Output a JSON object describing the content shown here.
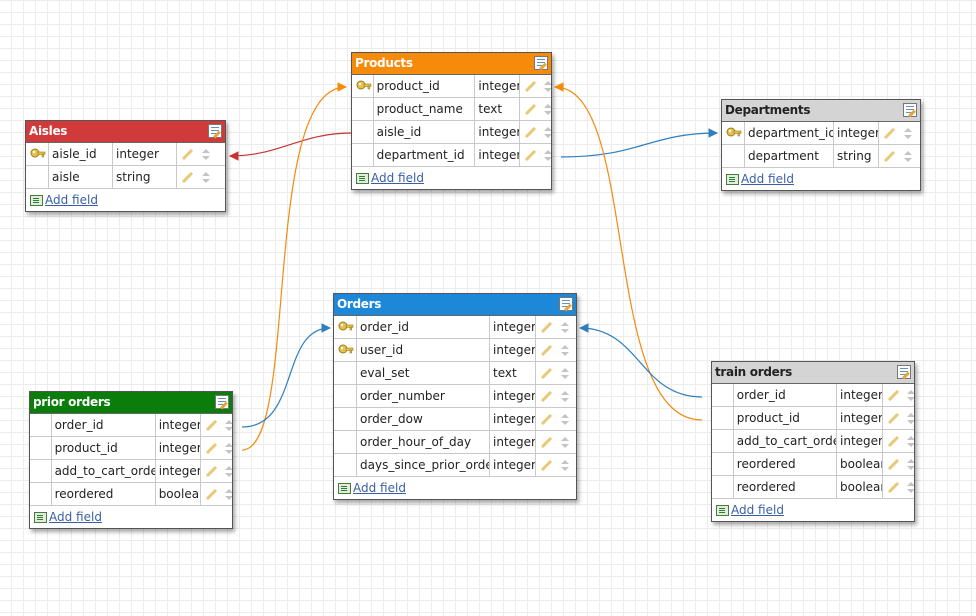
{
  "tables": {
    "products": {
      "title": "Products",
      "add_label": "Add field",
      "fields": [
        {
          "name": "product_id",
          "type": "integer"
        },
        {
          "name": "product_name",
          "type": "text"
        },
        {
          "name": "aisle_id",
          "type": "integer"
        },
        {
          "name": "department_id",
          "type": "integer"
        }
      ]
    },
    "aisles": {
      "title": "Aisles",
      "add_label": "Add field",
      "fields": [
        {
          "name": "aisle_id",
          "type": "integer"
        },
        {
          "name": "aisle",
          "type": "string"
        }
      ]
    },
    "departments": {
      "title": "Departments",
      "add_label": "Add field",
      "fields": [
        {
          "name": "department_id",
          "type": "integer"
        },
        {
          "name": "department",
          "type": "string"
        }
      ]
    },
    "orders": {
      "title": "Orders",
      "add_label": "Add field",
      "fields": [
        {
          "name": "order_id",
          "type": "integer"
        },
        {
          "name": "user_id",
          "type": "integer"
        },
        {
          "name": "eval_set",
          "type": "text"
        },
        {
          "name": "order_number",
          "type": "integer"
        },
        {
          "name": "order_dow",
          "type": "integer"
        },
        {
          "name": "order_hour_of_day",
          "type": "integer"
        },
        {
          "name": "days_since_prior_order",
          "type": "integer"
        }
      ]
    },
    "prior_orders": {
      "title": "prior orders",
      "add_label": "Add field",
      "fields": [
        {
          "name": "order_id",
          "type": "integer"
        },
        {
          "name": "product_id",
          "type": "integer"
        },
        {
          "name": "add_to_cart_order",
          "type": "integer"
        },
        {
          "name": "reordered",
          "type": "boolean"
        }
      ]
    },
    "train_orders": {
      "title": "train orders",
      "add_label": "Add field",
      "fields": [
        {
          "name": "order_id",
          "type": "integer"
        },
        {
          "name": "product_id",
          "type": "integer"
        },
        {
          "name": "add_to_cart_order",
          "type": "integer"
        },
        {
          "name": "reordered",
          "type": "boolean"
        },
        {
          "name": "reordered",
          "type": "boolean"
        }
      ]
    }
  },
  "colors": {
    "products_header": "#f58a0b",
    "aisles_header": "#d13a3a",
    "departments_header": "#d4d4d4",
    "orders_header": "#1e88d8",
    "prior_orders_header": "#0a7d0a",
    "train_orders_header": "#d4d4d4",
    "link_orange": "#f58a0b",
    "link_red": "#c83232",
    "link_blue": "#2f7fc0"
  },
  "icons": [
    "key-icon",
    "edit-table-icon",
    "pencil-icon",
    "reorder-arrows-icon",
    "add-field-icon"
  ]
}
